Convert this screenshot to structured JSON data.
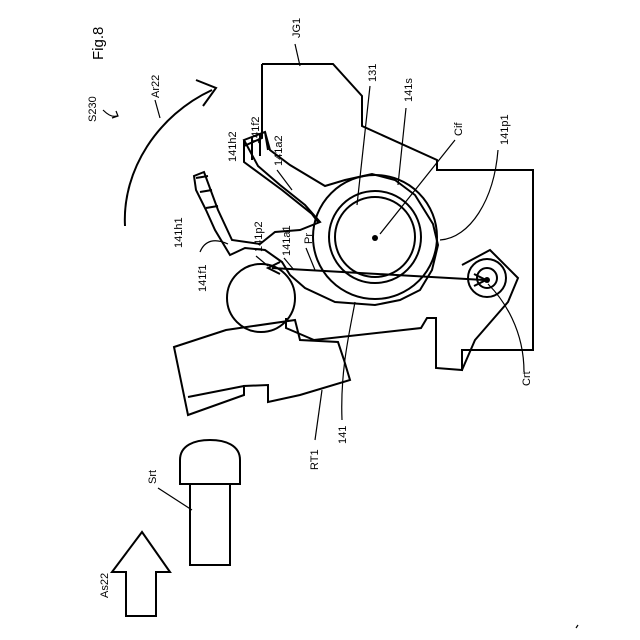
{
  "figure": {
    "title": "Fig.8",
    "step": "S230",
    "labels": {
      "ar22": "Ar22",
      "jg1": "JG1",
      "l131": "131",
      "l141s": "141s",
      "l141h2": "141h2",
      "l141f2": "141f2",
      "l141a2": "141a2",
      "cif": "Cif",
      "l141p1": "141p1",
      "l141h1": "141h1",
      "l141p2": "141p2",
      "l141a1": "141a1",
      "pr": "Pr",
      "l141f1": "141f1",
      "crt": "Crt",
      "rt1": "RT1",
      "l141": "141",
      "srt": "Srt",
      "as22": "As22"
    }
  }
}
